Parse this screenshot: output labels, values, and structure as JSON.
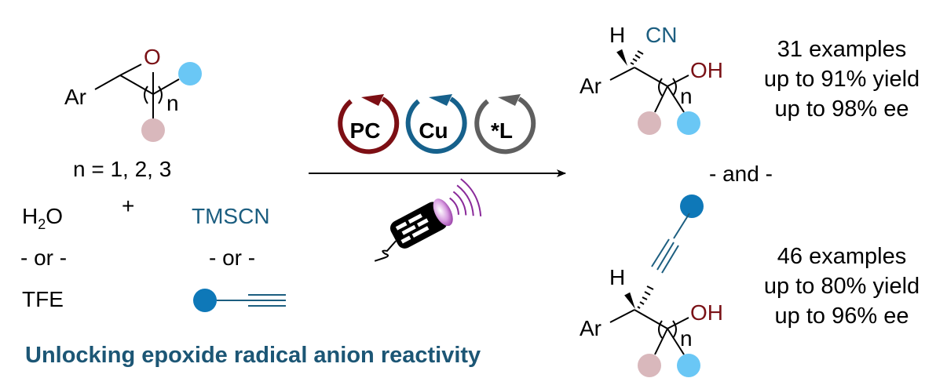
{
  "colors": {
    "oxygen_red": "#7a1116",
    "teal_text": "#1c5e80",
    "substituent_blue": "#6ac7f5",
    "substituent_pink": "#d9b8bc",
    "alkyne_blue": "#0e78b8",
    "pc_cycle": "#7d0f14",
    "cu_cycle": "#16618c",
    "ligand_cycle": "#5f5f5f",
    "tagline": "#1c5675",
    "lamp_glow": "#a040b0"
  },
  "reactant": {
    "ar_label": "Ar",
    "o_label": "O",
    "n_label": "n",
    "n_values": "n = 1, 2, 3"
  },
  "reagents": {
    "plus": "+",
    "nucleophile_1": "H",
    "nucleophile_1_sub": "2",
    "nucleophile_1_tail": "O",
    "or_left": "- or -",
    "nucleophile_2": "TFE",
    "cyanide_source": "TMSCN",
    "or_right": "- or -",
    "alkyne_icon": "terminal-alkyne-icon"
  },
  "catalysts": [
    {
      "label": "PC",
      "name": "photocatalyst-cycle"
    },
    {
      "label": "Cu",
      "name": "copper-cycle"
    },
    {
      "label": "*L",
      "name": "chiral-ligand-cycle"
    }
  ],
  "conditions": {
    "light_icon": "light-lamp-icon"
  },
  "product_1": {
    "h_label": "H",
    "cn_label": "CN",
    "oh_label": "OH",
    "ar_label": "Ar",
    "n_label": "n",
    "stats": [
      "31 examples",
      "up to 91% yield",
      "up to 98% ee"
    ]
  },
  "separator": "- and -",
  "product_2": {
    "h_label": "H",
    "oh_label": "OH",
    "ar_label": "Ar",
    "n_label": "n",
    "stats": [
      "46 examples",
      "up to 80% yield",
      "up to 96% ee"
    ]
  },
  "tagline": "Unlocking epoxide radical anion reactivity"
}
